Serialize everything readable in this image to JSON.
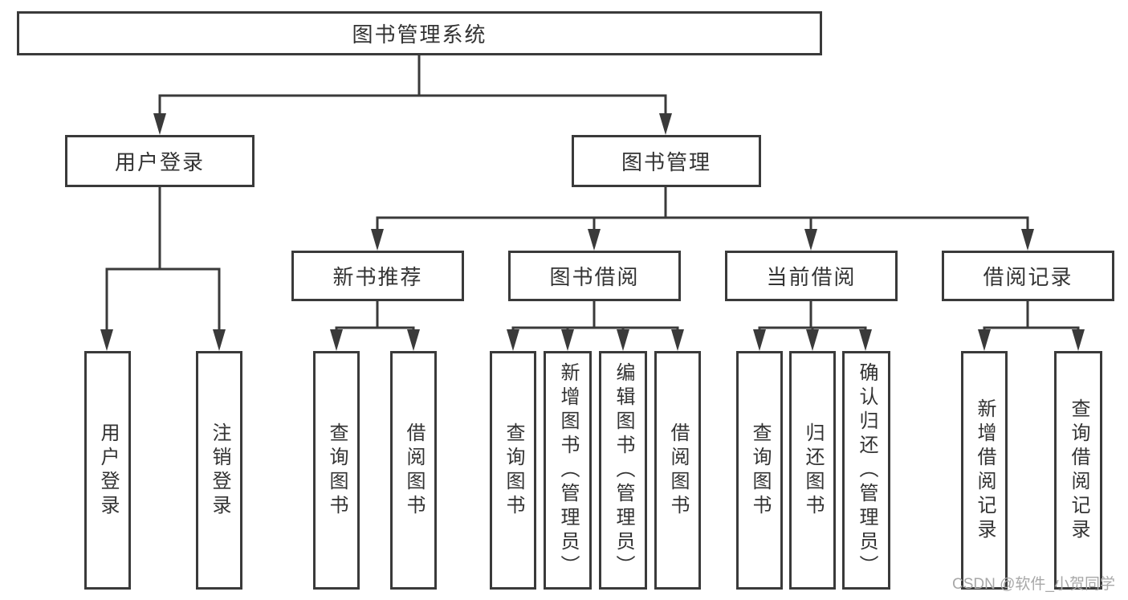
{
  "diagram_type": "hierarchy-tree",
  "colors": {
    "line": "#3a3a3a",
    "box_border": "#3a3a3a",
    "box_fill": "#ffffff",
    "text": "#333333",
    "watermark": "#a8a8a8",
    "background": "#ffffff"
  },
  "tree": {
    "label": "图书管理系统",
    "children": [
      {
        "label": "用户登录",
        "children": [
          {
            "label": "用户登录"
          },
          {
            "label": "注销登录"
          }
        ]
      },
      {
        "label": "图书管理",
        "children": [
          {
            "label": "新书推荐",
            "children": [
              {
                "label": "查询图书"
              },
              {
                "label": "借阅图书"
              }
            ]
          },
          {
            "label": "图书借阅",
            "children": [
              {
                "label": "查询图书"
              },
              {
                "label": "新增图书（管理员）"
              },
              {
                "label": "编辑图书（管理员）"
              },
              {
                "label": "借阅图书"
              }
            ]
          },
          {
            "label": "当前借阅",
            "children": [
              {
                "label": "查询图书"
              },
              {
                "label": "归还图书"
              },
              {
                "label": "确认归还（管理员）"
              }
            ]
          },
          {
            "label": "借阅记录",
            "children": [
              {
                "label": "新增借阅记录"
              },
              {
                "label": "查询借阅记录"
              }
            ]
          }
        ]
      }
    ]
  },
  "watermark": {
    "text": "CSDN @软件_小贺同学"
  }
}
